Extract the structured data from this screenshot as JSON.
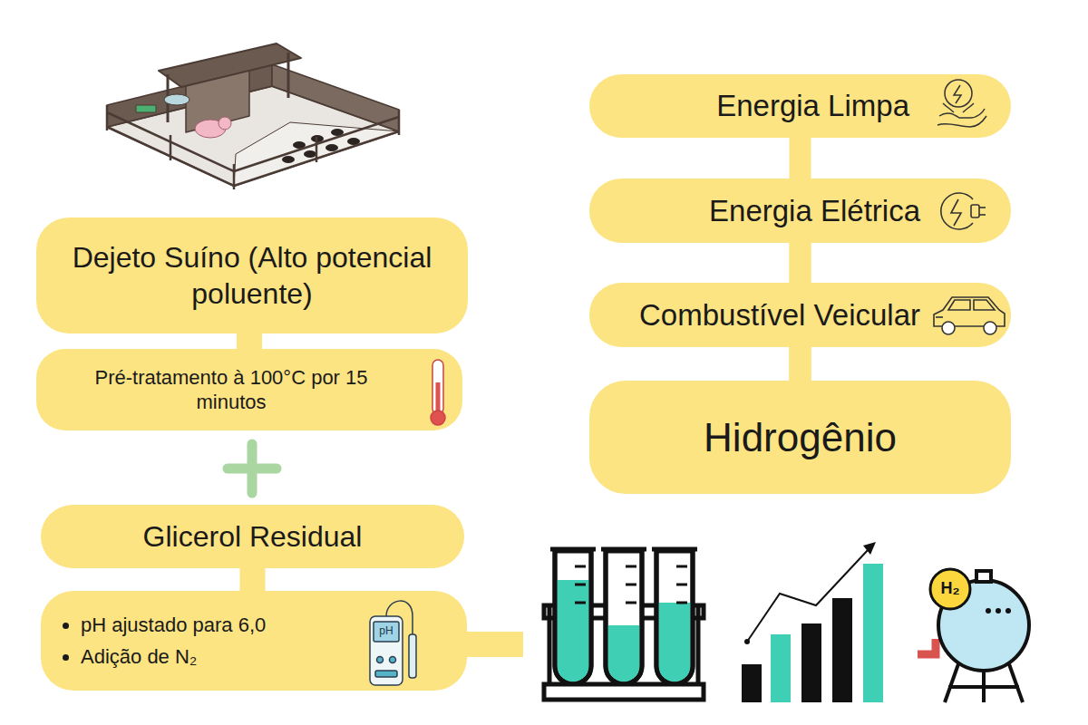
{
  "diagram": {
    "nodes": [
      {
        "text": [
          "Dejeto Suíno (Alto potencial poluente)"
        ]
      },
      {
        "text": [
          "Pré-tratamento à 100°C por 15 minutos"
        ]
      },
      {
        "text": [
          "Glicerol Residual"
        ]
      },
      {
        "text": [
          "pH ajustado para 6,0",
          "Adição de N₂"
        ]
      },
      {
        "text": [
          "Energia Limpa"
        ]
      },
      {
        "text": [
          "Energia Elétrica"
        ]
      },
      {
        "text": [
          "Combustível Veicular"
        ]
      },
      {
        "text": [
          "Hidrogênio"
        ]
      }
    ],
    "edges": [
      {
        "from": 0,
        "to": 1,
        "arrow": "none"
      },
      {
        "from": 2,
        "to": 3,
        "arrow": "none"
      },
      {
        "from": 4,
        "to": 7,
        "arrow": "none"
      },
      {
        "from": 5,
        "to": 7,
        "arrow": "none"
      },
      {
        "from": 6,
        "to": 7,
        "arrow": "none"
      }
    ],
    "labels": [
      "pH",
      "H₂"
    ]
  }
}
